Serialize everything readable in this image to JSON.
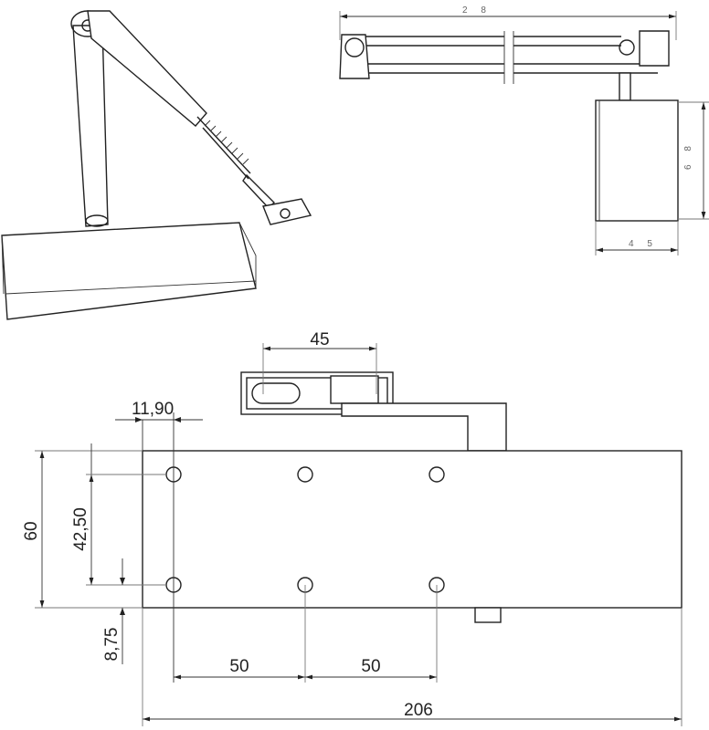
{
  "dimensions": {
    "slot_width": "45",
    "hole_offset": "11,90",
    "height": "60",
    "hole_spacing_vertical": "42,50",
    "hole_offset_bottom": "8,75",
    "hole_spacing_1": "50",
    "hole_spacing_2": "50",
    "total_length": "206"
  },
  "top_view": {
    "arm_length": "2 8",
    "body_height": "6 8",
    "body_width": "4 5"
  }
}
